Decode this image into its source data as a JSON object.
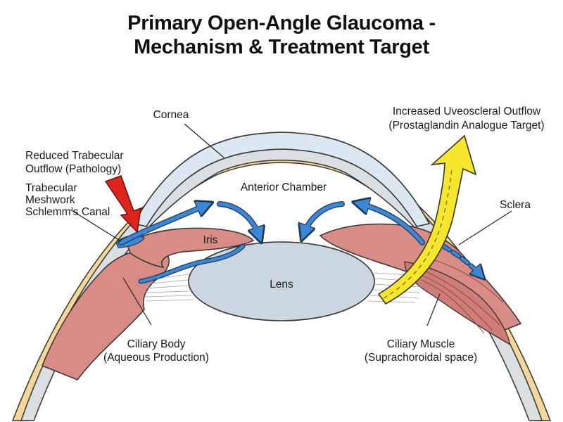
{
  "title": {
    "line1": "Primary Open-Angle Glaucoma -",
    "line2": "Mechanism & Treatment Target"
  },
  "labels": {
    "cornea": "Cornea",
    "anterior_chamber": "Anterior Chamber",
    "iris": "Iris",
    "lens": "Lens",
    "sclera": "Sclera",
    "reduced_outflow_1": "Reduced Trabecular",
    "reduced_outflow_2": "Outflow (Pathology)",
    "trabecular_1": "Trabecular",
    "trabecular_2": "Meshwork",
    "schlemm": "Schlemm’s Canal",
    "uveoscleral_1": "Increased Uveoscleral Outflow",
    "uveoscleral_2": "(Prostaglandin Analogue Target)",
    "ciliary_body_1": "Ciliary Body",
    "ciliary_body_2": "(Aqueous Production)",
    "ciliary_muscle_1": "Ciliary Muscle",
    "ciliary_muscle_2": "(Suprachoroidal space)"
  },
  "colors": {
    "cornea_fill": "#dbe8f1",
    "sclera_fill": "#dcdfe2",
    "iris_fill": "#d98c86",
    "lens_fill": "#cbd7e0",
    "flow_arrow": "#3b87d6",
    "pathology_arrow": "#e0231c",
    "treatment_arrow": "#f6e62c"
  }
}
